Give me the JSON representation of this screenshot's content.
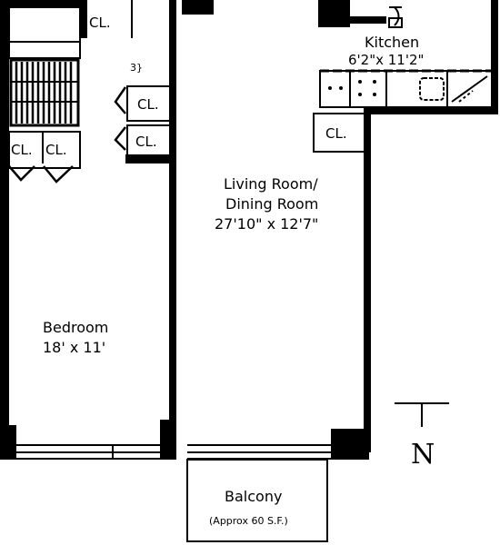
{
  "plan": {
    "rooms": {
      "living": {
        "title_line1": "Living Room/",
        "title_line2": "Dining Room",
        "dimensions": "27'10\" x 12'7\""
      },
      "bedroom": {
        "title": "Bedroom",
        "dimensions": "18' x 11'"
      },
      "kitchen": {
        "title": "Kitchen",
        "dimensions": "6'2\"x 11'2\""
      },
      "balcony": {
        "title": "Balcony",
        "note": "(Approx 60 S.F.)"
      }
    },
    "closets": {
      "top": "CL.",
      "hall_upper": "CL.",
      "hall_lower": "CL.",
      "bedroom_left": "CL.",
      "bedroom_right": "CL.",
      "kitchen": "CL."
    },
    "annotations": {
      "step_mark": "3}"
    },
    "compass": {
      "label": "N"
    }
  }
}
